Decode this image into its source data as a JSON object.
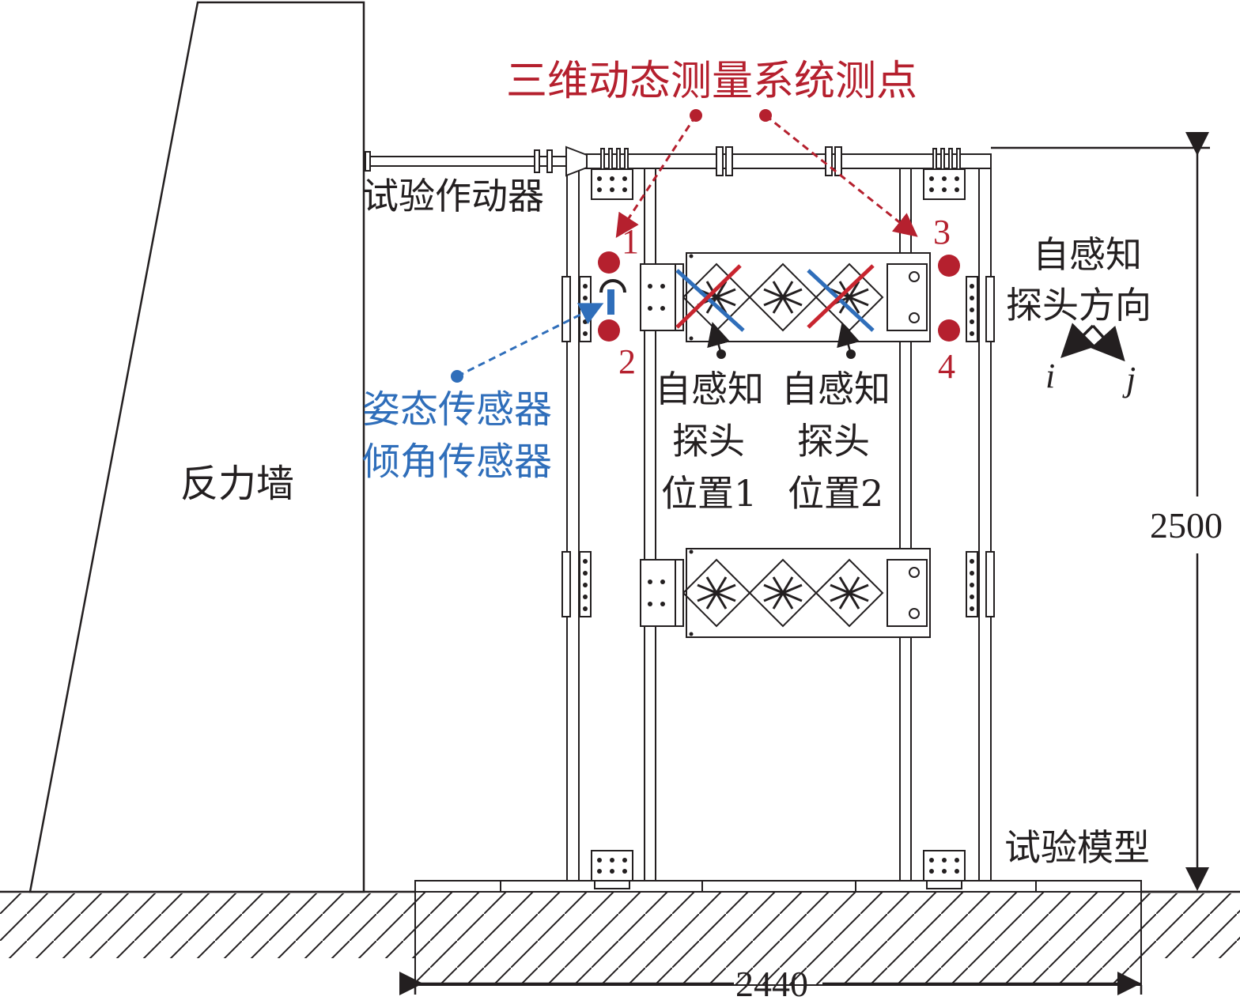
{
  "labels": {
    "title_measure": "三维动态测量系统测点",
    "actuator": "试验作动器",
    "reaction_wall": "反力墙",
    "posture_sensor": "姿态传感器",
    "tilt_sensor": "倾角传感器",
    "probe_dir_line1": "自感知",
    "probe_dir_line2": "探头方向",
    "axis_i": "i",
    "axis_j": "j",
    "probe_pos1_line1": "自感知",
    "probe_pos1_line2": "探头",
    "probe_pos1_line3": "位置1",
    "probe_pos2_line1": "自感知",
    "probe_pos2_line2": "探头",
    "probe_pos2_line3": "位置2",
    "test_model": "试验模型",
    "point_1": "1",
    "point_2": "2",
    "point_3": "3",
    "point_4": "4",
    "dim_height": "2500",
    "dim_width": "2440"
  },
  "colors": {
    "line": "#231f20",
    "measure_red": "#b5202e",
    "sensor_blue": "#2f6eba",
    "brace_blue": "#2f6eba",
    "brace_red": "#c8252f"
  }
}
